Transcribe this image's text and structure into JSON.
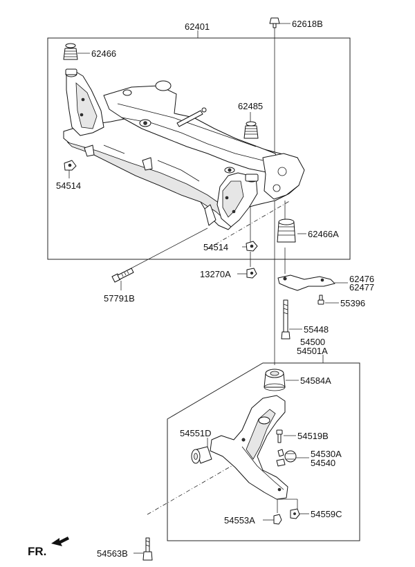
{
  "diagram": {
    "labels": {
      "p62401": "62401",
      "p62618b": "62618B",
      "p62466": "62466",
      "p62485": "62485",
      "p54514_top": "54514",
      "p54514_mid": "54514",
      "p62466a": "62466A",
      "p13270a": "13270A",
      "p62476": "62476",
      "p62477": "62477",
      "p55396": "55396",
      "p57791b": "57791B",
      "p55448": "55448",
      "p54500": "54500",
      "p54501a": "54501A",
      "p54584a": "54584A",
      "p54551d": "54551D",
      "p54519b": "54519B",
      "p54530a": "54530A",
      "p54540": "54540",
      "p54553a": "54553A",
      "p54559c": "54559C",
      "p54563b": "54563B"
    },
    "direction": "FR."
  }
}
